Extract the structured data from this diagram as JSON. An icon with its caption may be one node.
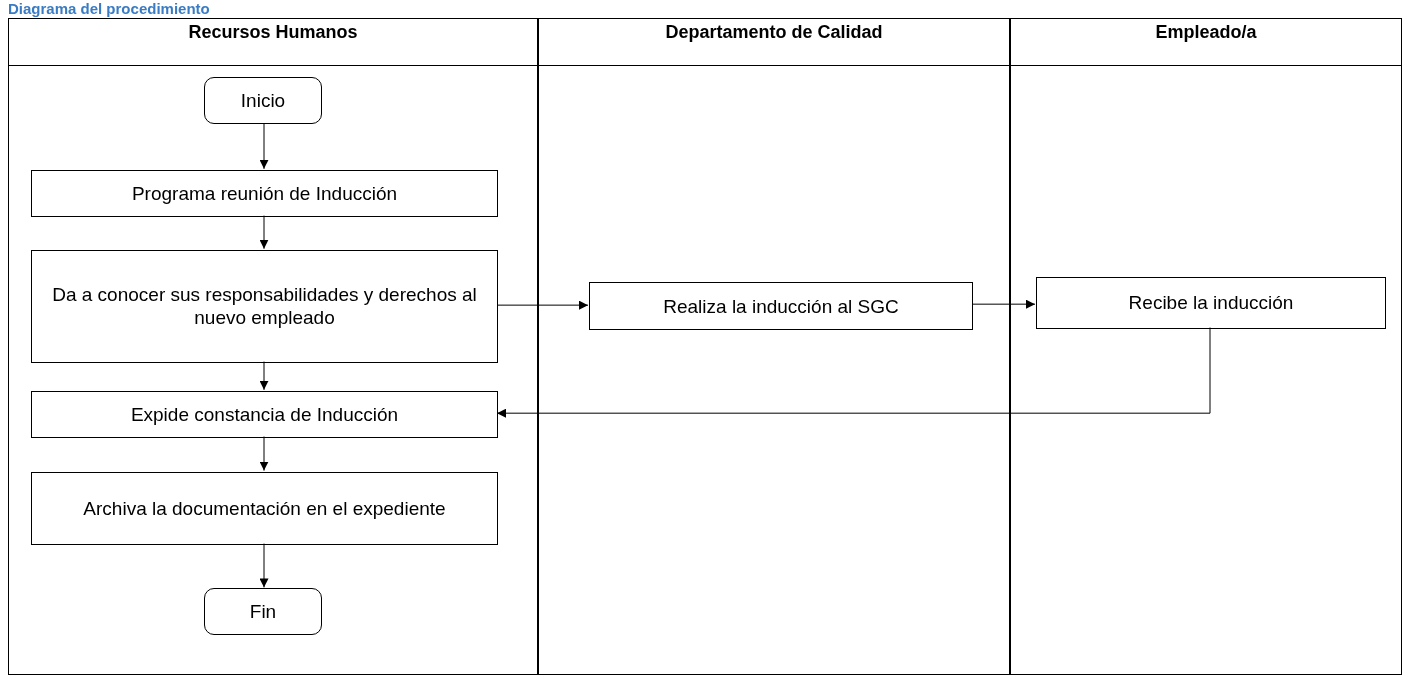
{
  "diagram": {
    "title": "Diagrama del procedimiento",
    "nodes": [
      {
        "text": [
          "Recursos Humanos"
        ]
      },
      {
        "text": [
          "Departamento de Calidad"
        ]
      },
      {
        "text": [
          "Empleado/a"
        ]
      },
      {
        "text": [
          "Inicio"
        ],
        "in": 0
      },
      {
        "text": [
          "Programa reunión de Inducción"
        ],
        "in": 0
      },
      {
        "text": [
          "Da a conocer sus responsabilidades y derechos al nuevo empleado"
        ],
        "in": 0
      },
      {
        "text": [
          "Realiza la inducción al SGC"
        ],
        "in": 1
      },
      {
        "text": [
          "Recibe la inducción"
        ],
        "in": 2
      },
      {
        "text": [
          "Expide constancia de Inducción"
        ],
        "in": 0
      },
      {
        "text": [
          "Archiva la documentación en el expediente"
        ],
        "in": 0
      },
      {
        "text": [
          "Fin"
        ],
        "in": 0
      }
    ],
    "edges": [
      {
        "from": 3,
        "to": 4,
        "arrow": "to"
      },
      {
        "from": 4,
        "to": 5,
        "arrow": "to"
      },
      {
        "from": 5,
        "to": 6,
        "arrow": "to"
      },
      {
        "from": 6,
        "to": 7,
        "arrow": "to"
      },
      {
        "from": 7,
        "to": 8,
        "arrow": "to"
      },
      {
        "from": 5,
        "to": 8,
        "arrow": "to"
      },
      {
        "from": 8,
        "to": 9,
        "arrow": "to"
      },
      {
        "from": 9,
        "to": 10,
        "arrow": "to"
      }
    ]
  }
}
